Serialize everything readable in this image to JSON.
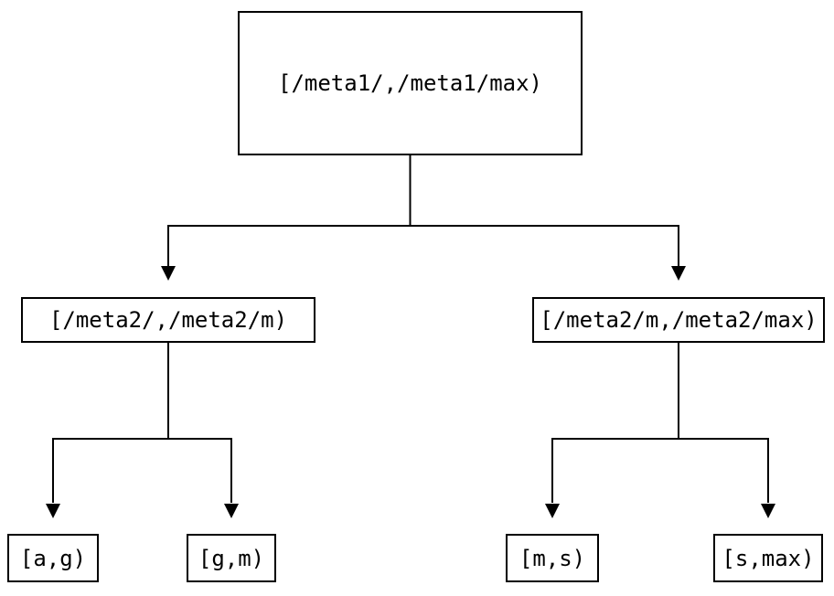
{
  "diagram": {
    "type": "binary-interval-tree",
    "colors": {
      "background": "#ffffff",
      "stroke": "#000000",
      "text": "#000000"
    },
    "nodes": {
      "root": {
        "label": "[/meta1/,/meta1/max)"
      },
      "mid_left": {
        "label": "[/meta2/,/meta2/m)"
      },
      "mid_right": {
        "label": "[/meta2/m,/meta2/max)"
      },
      "leaf_ag": {
        "label": "[a,g)"
      },
      "leaf_gm": {
        "label": "[g,m)"
      },
      "leaf_ms": {
        "label": "[m,s)"
      },
      "leaf_smax": {
        "label": "[s,max)"
      }
    },
    "edges": [
      {
        "from": "root",
        "to": "mid_left"
      },
      {
        "from": "root",
        "to": "mid_right"
      },
      {
        "from": "mid_left",
        "to": "leaf_ag"
      },
      {
        "from": "mid_left",
        "to": "leaf_gm"
      },
      {
        "from": "mid_right",
        "to": "leaf_ms"
      },
      {
        "from": "mid_right",
        "to": "leaf_smax"
      }
    ]
  }
}
